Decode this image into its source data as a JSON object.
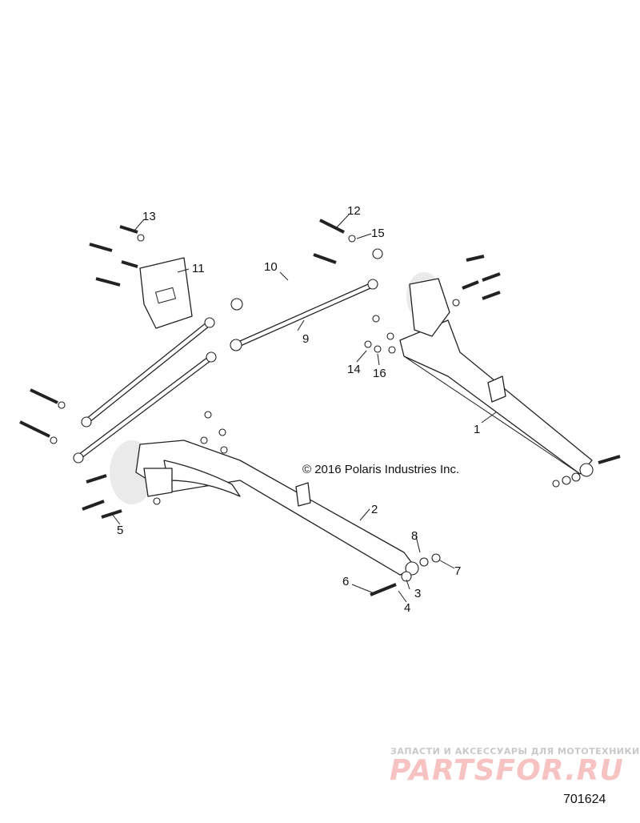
{
  "callouts": {
    "c1": "1",
    "c2": "2",
    "c3": "3",
    "c4": "4",
    "c5": "5",
    "c6": "6",
    "c7": "7",
    "c8": "8",
    "c9": "9",
    "c10": "10",
    "c11": "11",
    "c12": "12",
    "c13": "13",
    "c14": "14",
    "c15": "15",
    "c16": "16"
  },
  "copyright": "© 2016 Polaris Industries Inc.",
  "watermark": {
    "tagline": "ЗАПАСТИ И АКСЕССУАРЫ ДЛЯ МОТОТЕХНИКИ",
    "brand": "PARTSFOR.RU"
  },
  "diagram_id": "701624",
  "colors": {
    "linework": "#222222",
    "watermark": "#f7c2c2",
    "background": "#ffffff"
  }
}
